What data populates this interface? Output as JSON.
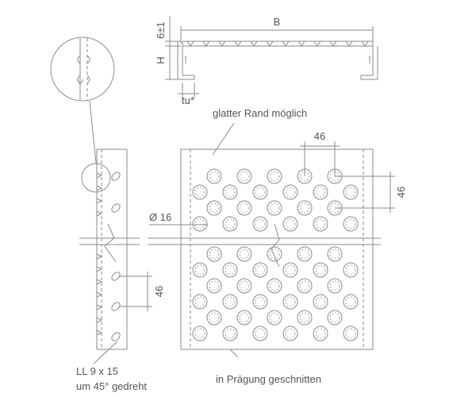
{
  "labels": {
    "dim_b": "B",
    "dim_6pm1": "6±1",
    "dim_h": "H",
    "dim_tu": "tu*",
    "smooth_edge": "glatter Rand möglich",
    "dim_46_top": "46",
    "dim_46_right": "46",
    "dim_diameter": "Ø 16",
    "dim_46_side": "46",
    "slot_line1": "LL 9 x 15",
    "slot_line2": "um 45° gedreht",
    "cut_note": "in Prägung geschnitten"
  },
  "colors": {
    "line": "#8a8a8a",
    "text": "#555555",
    "background": "#ffffff"
  }
}
